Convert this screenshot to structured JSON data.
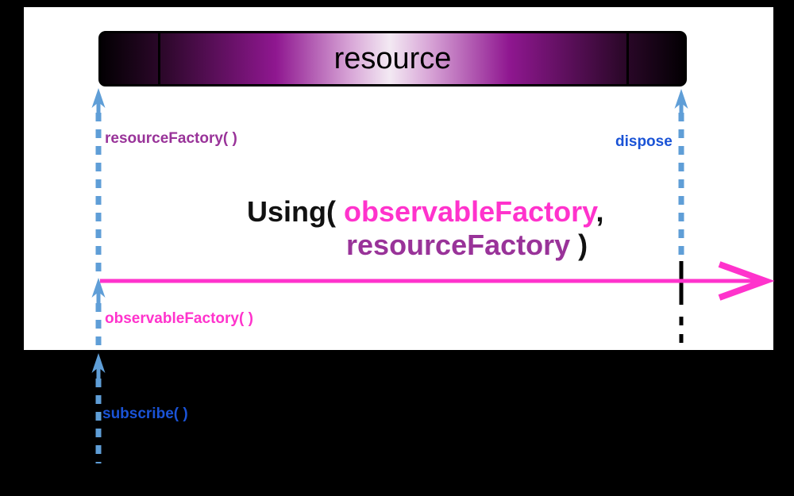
{
  "resource_bar": {
    "label": "resource"
  },
  "annotations": {
    "resource_factory": "resourceFactory( )",
    "dispose": "dispose",
    "observable_factory": "observableFactory( )",
    "subscribe": "subscribe( )"
  },
  "title": {
    "using_open": "Using( ",
    "observable_factory_arg": "observableFactory",
    "comma": ",",
    "resource_factory_arg": "resourceFactory",
    "close": " )"
  },
  "colors": {
    "background": "#000000",
    "canvas": "#ffffff",
    "timeline_magenta": "#ff33cc",
    "argument_purple": "#993399",
    "call_blue": "#1a53d6",
    "dashed_arrow_blue": "#5f9ed7",
    "completion_tick": "#000000",
    "bar_gradient_dark": "#030003",
    "bar_gradient_mid": "#8f1790",
    "bar_gradient_light": "#f3e9f3"
  }
}
